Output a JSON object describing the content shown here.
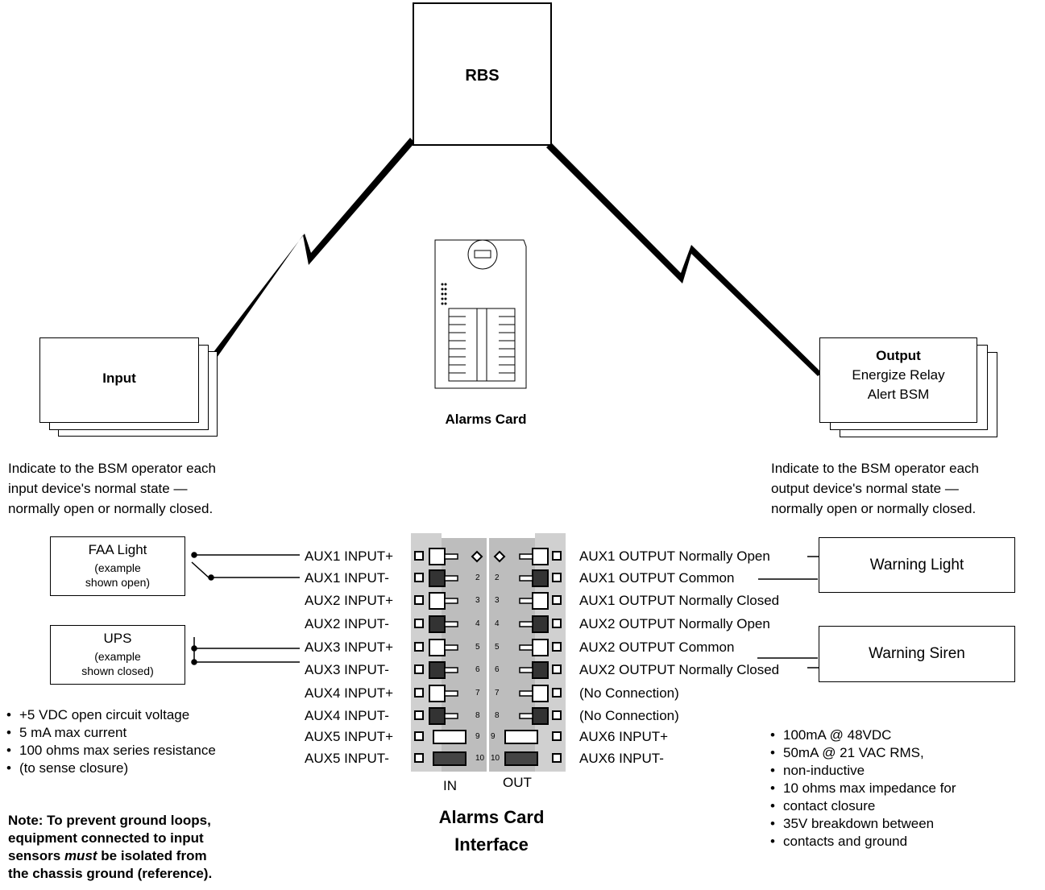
{
  "rbs": {
    "label": "RBS"
  },
  "input_box": {
    "label": "Input"
  },
  "output_box": {
    "title": "Output",
    "line1": "Energize Relay",
    "line2": "Alert BSM"
  },
  "alarms_card": {
    "label": "Alarms Card"
  },
  "left_instruction": [
    "Indicate to the BSM operator each",
    "input device's normal state —",
    "normally open or normally closed."
  ],
  "right_instruction": [
    "Indicate to the BSM operator each",
    "output device's normal state —",
    "normally open or normally closed."
  ],
  "faa": {
    "title": "FAA Light",
    "sub1": "(example",
    "sub2": "shown open)"
  },
  "ups": {
    "title": "UPS",
    "sub1": "(example",
    "sub2": "shown closed)"
  },
  "warning_light": {
    "label": "Warning Light"
  },
  "warning_siren": {
    "label": "Warning Siren"
  },
  "input_pins": [
    "AUX1 INPUT+",
    "AUX1 INPUT-",
    "AUX2 INPUT+",
    "AUX2 INPUT-",
    "AUX3 INPUT+",
    "AUX3 INPUT-",
    "AUX4 INPUT+",
    "AUX4 INPUT-",
    "AUX5 INPUT+",
    "AUX5 INPUT-"
  ],
  "output_pins": [
    "AUX1 OUTPUT Normally Open",
    "AUX1 OUTPUT Common",
    "AUX1 OUTPUT Normally Closed",
    "AUX2 OUTPUT Normally Open",
    "AUX2 OUTPUT Common",
    "AUX2 OUTPUT Normally Closed",
    "(No Connection)",
    "(No Connection)",
    "AUX6 INPUT+",
    "AUX6 INPUT-"
  ],
  "pin_numbers": [
    "2",
    "3",
    "4",
    "5",
    "6",
    "7",
    "8",
    "9",
    "10"
  ],
  "connector_labels": {
    "in": "IN",
    "out": "OUT"
  },
  "interface_title": [
    "Alarms Card",
    "Interface"
  ],
  "input_specs": [
    "+5 VDC open circuit voltage",
    "5 mA max current",
    "100 ohms max series resistance",
    "(to sense closure)"
  ],
  "output_specs": [
    "100mA @ 48VDC",
    "50mA @ 21 VAC RMS,",
    "non-inductive",
    "10 ohms max impedance for",
    "contact closure",
    "35V breakdown between",
    "contacts and ground"
  ],
  "note": {
    "prefix": "Note: To prevent ground loops,",
    "line2": "equipment connected to input",
    "line3a": "sensors ",
    "line3em": "must",
    "line3b": " be isolated from",
    "line4": "the chassis ground (reference)."
  }
}
